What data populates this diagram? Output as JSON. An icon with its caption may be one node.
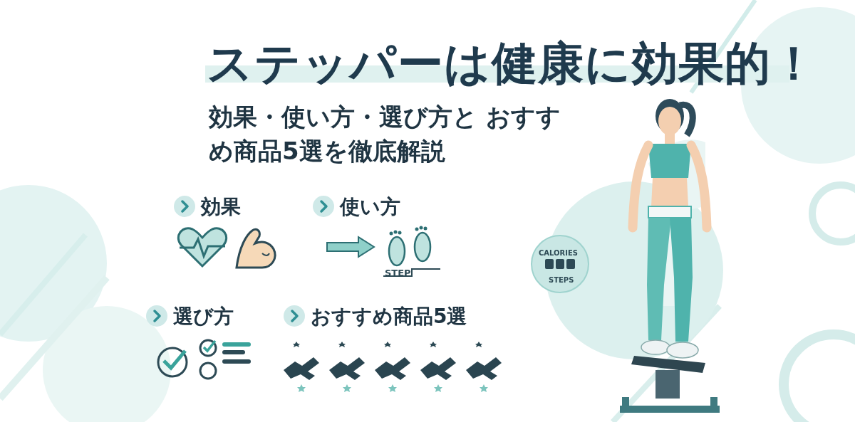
{
  "diagram": {
    "title": "ステッパーは健康に効果的！",
    "labels": [
      "効果・使い方・選び方と おすすめ商品5選を徹底解説",
      "効果",
      "使い方",
      "STEP",
      "選び方",
      "おすすめ商品5選",
      "CALORIES",
      "STEPS"
    ]
  }
}
